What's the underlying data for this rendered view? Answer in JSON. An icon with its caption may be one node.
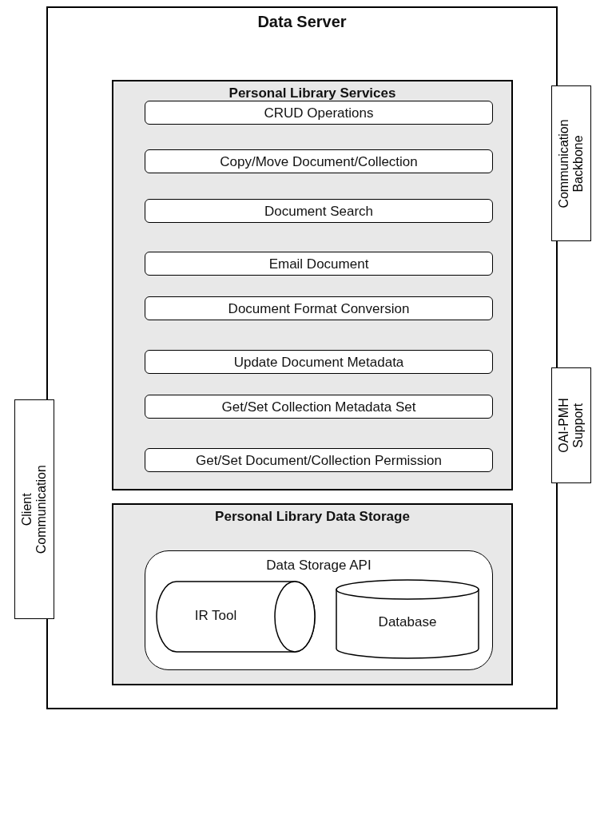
{
  "diagram": {
    "nodes": [
      {
        "text": [
          "Data Server"
        ]
      },
      {
        "text": [
          "Personal Library Services"
        ],
        "in": 0
      },
      {
        "text": [
          "CRUD Operations"
        ],
        "in": 1
      },
      {
        "text": [
          "Copy/Move Document/Collection"
        ],
        "in": 1
      },
      {
        "text": [
          "Document Search"
        ],
        "in": 1
      },
      {
        "text": [
          "Email Document"
        ],
        "in": 1
      },
      {
        "text": [
          "Document Format Conversion"
        ],
        "in": 1
      },
      {
        "text": [
          "Update Document Metadata"
        ],
        "in": 1
      },
      {
        "text": [
          "Get/Set Collection Metadata Set"
        ],
        "in": 1
      },
      {
        "text": [
          "Get/Set Document/Collection Permission"
        ],
        "in": 1
      },
      {
        "text": [
          "Communication Backbone"
        ]
      },
      {
        "text": [
          "OAI-PMH Support"
        ]
      },
      {
        "text": [
          "Client Communication"
        ]
      },
      {
        "text": [
          "Personal Library Data Storage"
        ],
        "in": 0
      },
      {
        "text": [
          "Data Storage API"
        ],
        "in": 13
      },
      {
        "text": [
          "IR Tool"
        ],
        "in": 14
      },
      {
        "text": [
          "Database"
        ],
        "in": 14
      }
    ]
  }
}
